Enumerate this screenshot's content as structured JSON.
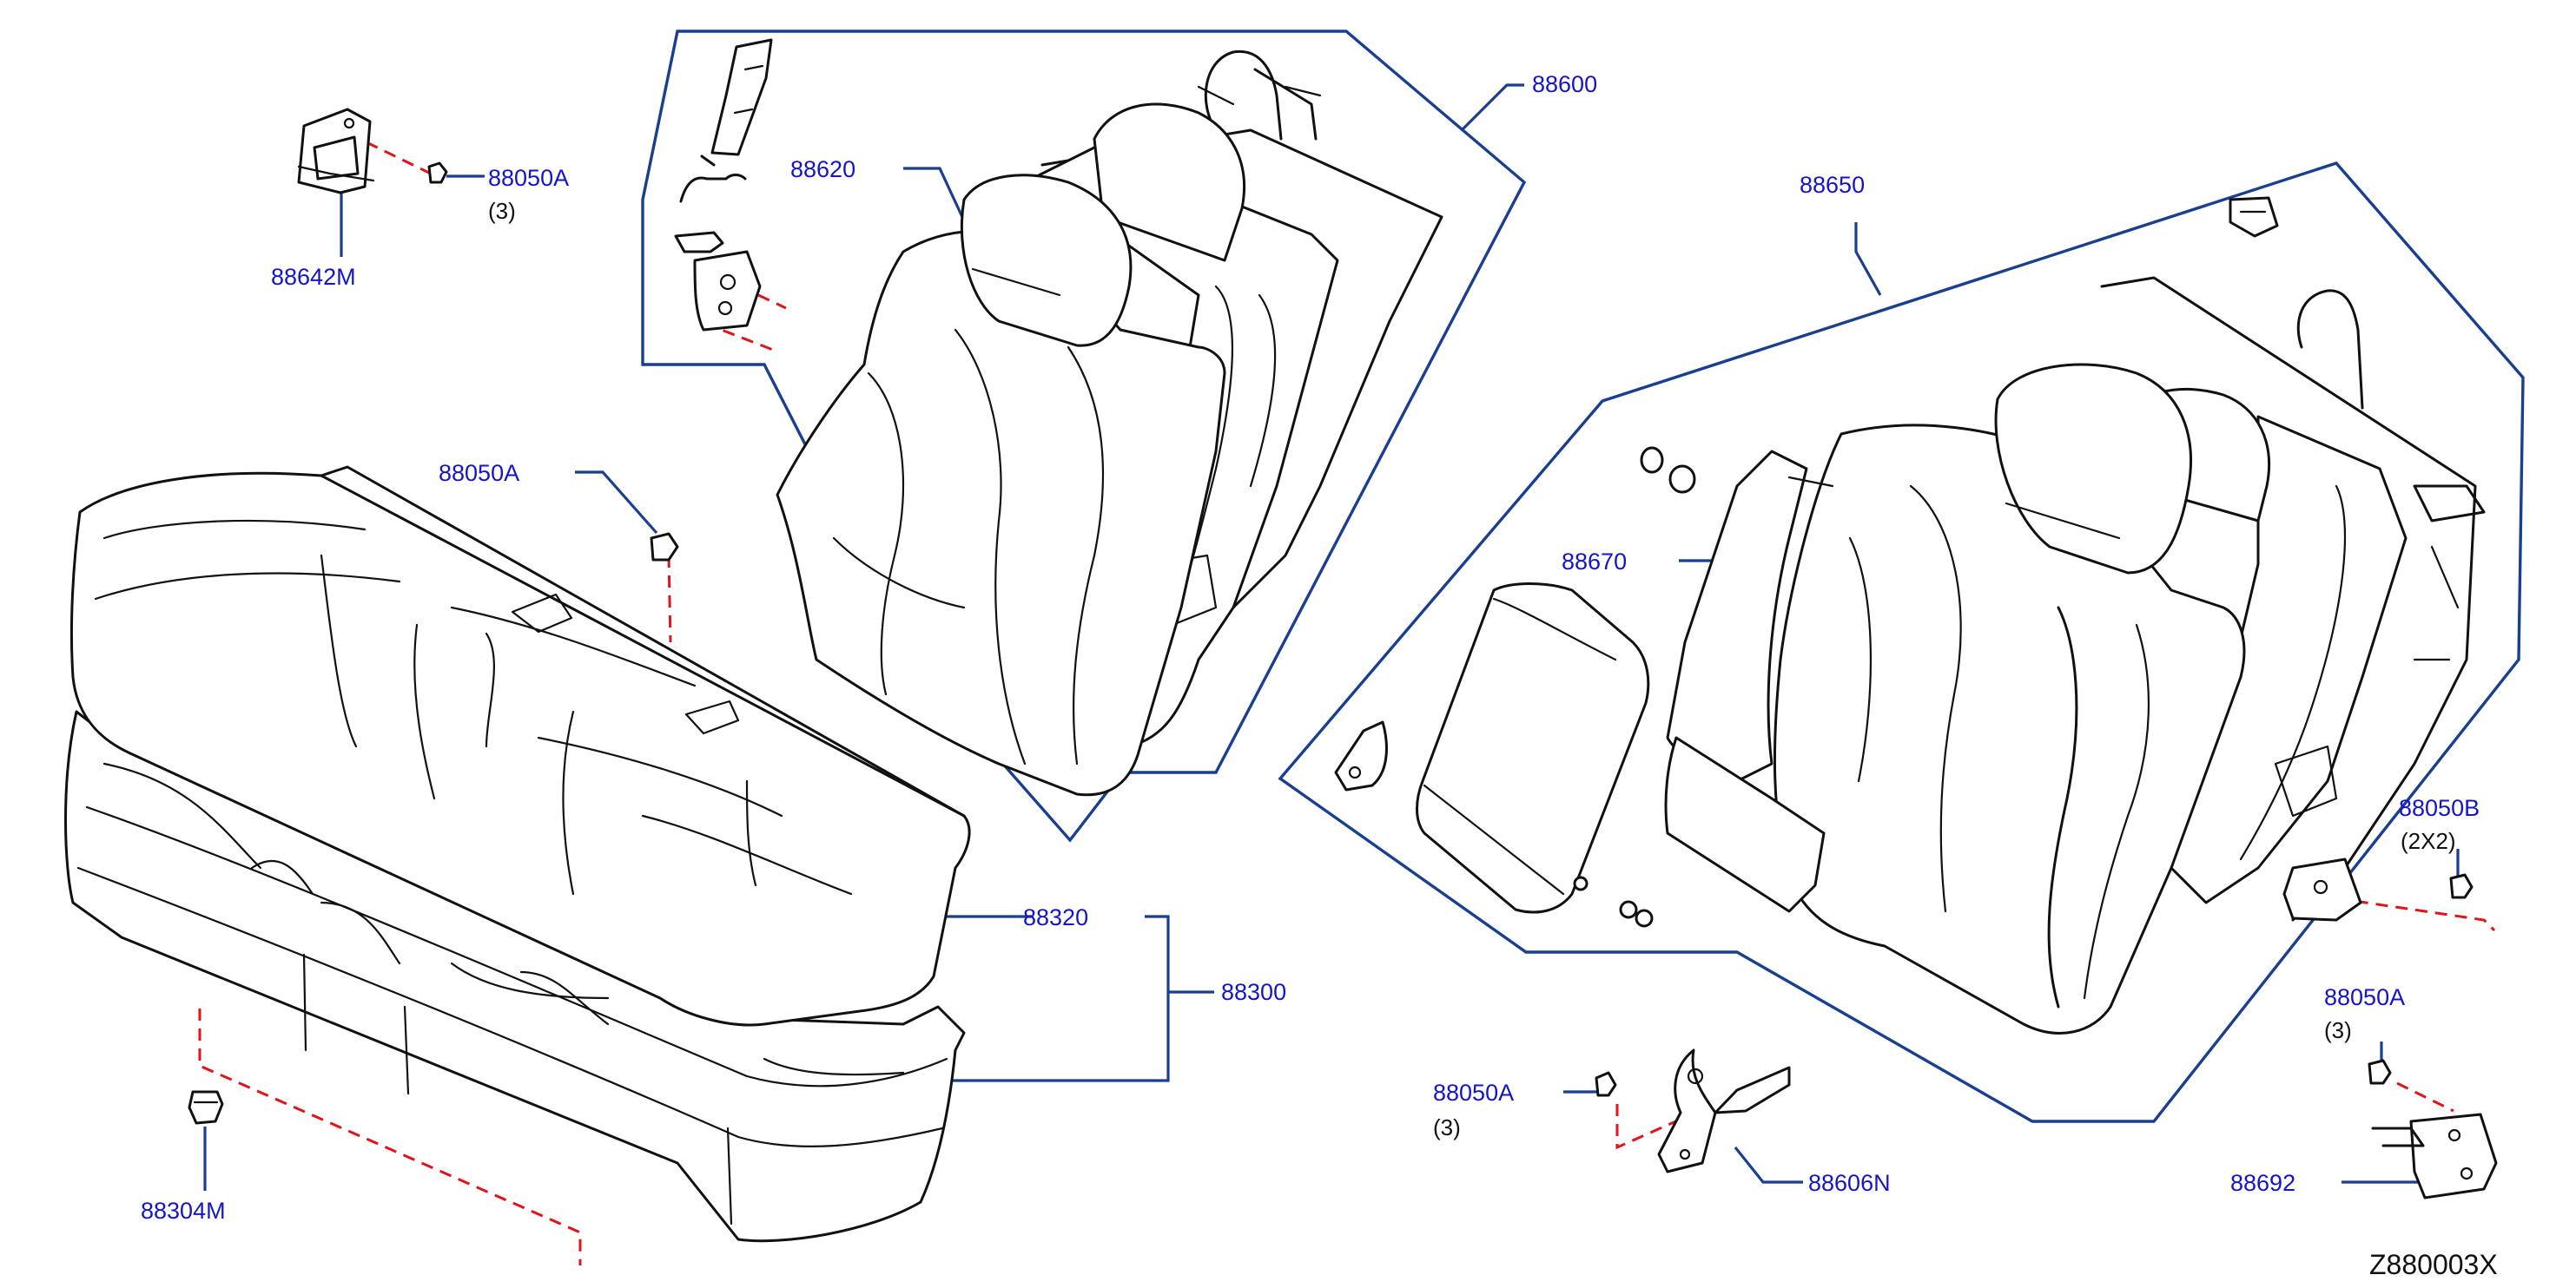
{
  "parts": {
    "p88600": "88600",
    "p88620": "88620",
    "p88650": "88650",
    "p88670": "88670",
    "p88642M": "88642M",
    "p88050A_top": "88050A",
    "p88050A_mid": "88050A",
    "p88050A_bottom": "88050A",
    "p88050A_right": "88050A",
    "p88050B": "88050B",
    "p88320": "88320",
    "p88300": "88300",
    "p88304M": "88304M",
    "p88606N": "88606N",
    "p88692": "88692"
  },
  "quantities": {
    "q_top": "(3)",
    "q_bottom": "(3)",
    "q_right": "(3)",
    "q_88050B": "(2X2)"
  },
  "diagram_code": "Z880003X",
  "colors": {
    "label": "#1515c8",
    "frame": "#1a3f8f",
    "dashed": "#e0141a",
    "outline": "#111111"
  }
}
